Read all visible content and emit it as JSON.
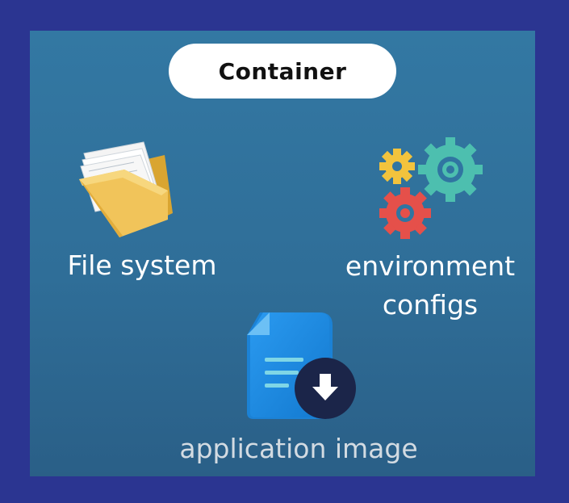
{
  "title": "Container",
  "items": [
    {
      "label": "File system",
      "icon": "folder-icon"
    },
    {
      "label_line1": "environment",
      "label_line2": "configs",
      "icon": "gears-icon"
    },
    {
      "label": "application image",
      "icon": "document-download-icon"
    }
  ],
  "colors": {
    "outer_background": "#2b3591",
    "panel_top": "#3378a3",
    "panel_bottom": "#2a5f87",
    "pill": "#ffffff",
    "gear_yellow": "#f2c33d",
    "gear_teal": "#4dbfaf",
    "gear_red": "#e5504a",
    "doc_blue": "#1f8fe0",
    "download_badge": "#1b2549"
  }
}
